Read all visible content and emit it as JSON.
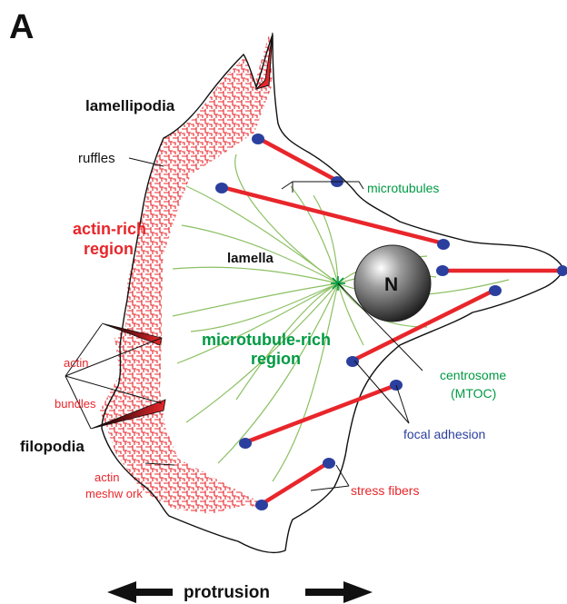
{
  "panel_letter": "A",
  "labels": {
    "lamellipodia": "lamellipodia",
    "ruffles": "ruffles",
    "actin_rich_1": "actin-rich",
    "actin_rich_2": "region",
    "lamella": "lamella",
    "microtubule_rich_1": "microtubule-rich",
    "microtubule_rich_2": "region",
    "microtubules": "microtubules",
    "nucleus": "N",
    "centrosome_1": "centrosome",
    "centrosome_2": "(MTOC)",
    "actin_bundles_1": "actin",
    "actin_bundles_2": "bundles",
    "filopodia": "filopodia",
    "focal_adhesion": "focal adhesion",
    "actin_meshwork_1": "actin",
    "actin_meshwork_2": "meshw ork",
    "stress_fibers": "stress fibers",
    "protrusion": "protrusion"
  },
  "colors": {
    "actin": "#e8262b",
    "microtubule": "#009a44",
    "microtubule_line": "#8cc063",
    "adhesion": "#2b3f9e",
    "black": "#111111"
  }
}
